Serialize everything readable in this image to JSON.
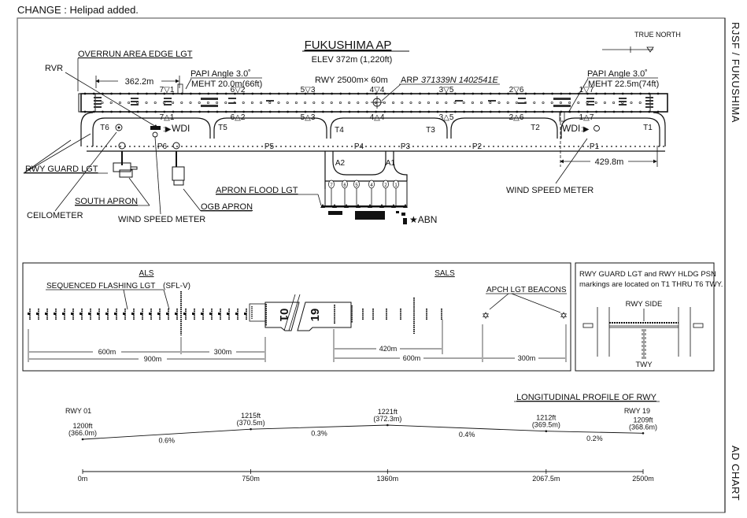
{
  "change_note": "CHANGE : Helipad added.",
  "side_labels": {
    "top": "RJSF / FUKUSHIMA",
    "bottom": "AD CHART"
  },
  "header": {
    "title": "FUKUSHIMA  AP",
    "elevation": "ELEV 372m (1,220ft)",
    "runway": "RWY 2500m× 60m",
    "arp_prefix": "ARP",
    "arp_coords": "371339N 1402541E",
    "true_north": "TRUE  NORTH"
  },
  "aerodrome": {
    "papi_left": {
      "angle": "PAPI Angle 3.0˚",
      "meht": "MEHT 20.0m(66ft)"
    },
    "papi_right": {
      "angle": "PAPI Angle 3.0˚",
      "meht": "MEHT 22.5m(74ft)"
    },
    "overrun_label": "OVERRUN AREA EDGE LGT",
    "rvr_label": "RVR",
    "dist_left": "362.2m",
    "dist_right": "429.8m",
    "wdi_left": "WDI",
    "wdi_right": "WDI",
    "markers_top": [
      "7▽1",
      "6▽2",
      "5▽3",
      "4▽4",
      "3▽5",
      "2▽6",
      "1▽7"
    ],
    "markers_bottom": [
      "7△1",
      "6△2",
      "5△3",
      "4△4",
      "3△5",
      "2△6",
      "1△7"
    ],
    "taxiways": [
      "T6",
      "T5",
      "T4",
      "T3",
      "T2",
      "T1"
    ],
    "parallel": [
      "P6",
      "P5",
      "P4",
      "P3",
      "P2",
      "P1"
    ],
    "apron_links": [
      "A2",
      "A1"
    ],
    "stands": [
      "7",
      "6",
      "5",
      "4",
      "2",
      "1"
    ],
    "labels": {
      "rwy_guard_lgt": "RWY GUARD LGT",
      "south_apron": "SOUTH APRON",
      "ceilometer": "CEILOMETER",
      "wind_speed_meter_left": "WIND SPEED METER",
      "ogb_apron": "OGB APRON",
      "apron_flood_lgt": "APRON FLOOD LGT",
      "abn": "★ABN",
      "wind_speed_meter_right": "WIND SPEED METER"
    }
  },
  "lighting": {
    "als_title": "ALS",
    "sals_title": "SALS",
    "sequenced_flashing": "SEQUENCED  FLASHING  LGT",
    "sfl_v": "(SFL-V)",
    "apch_lgt_beacons": "APCH  LGT  BEACONS",
    "rwy_left_num": "01",
    "rwy_right_num": "19",
    "dims_left": [
      "600m",
      "300m",
      "900m"
    ],
    "dims_right": [
      "420m",
      "600m",
      "300m"
    ]
  },
  "guard_note": {
    "text_line1": "RWY GUARD LGT and RWY HLDG PSN",
    "text_line2": "markings are located on T1 THRU T6 TWY.",
    "rwy_side": "RWY SIDE",
    "twy": "TWY"
  },
  "chart_data": {
    "type": "line",
    "title": "LONGITUDINAL  PROFILE  OF RWY",
    "start_label": "RWY 01",
    "end_label": "RWY 19",
    "x_unit": "m",
    "x": [
      0,
      750,
      1360,
      2067.5,
      2500
    ],
    "x_tick_labels": [
      "0m",
      "750m",
      "1360m",
      "2067.5m",
      "2500m"
    ],
    "elev_ft": [
      1200,
      1215,
      1221,
      1212,
      1209
    ],
    "elev_m": [
      366.0,
      370.5,
      372.3,
      369.5,
      368.6
    ],
    "point_labels_ft": [
      "1200ft",
      "1215ft",
      "1221ft",
      "1212ft",
      "1209ft"
    ],
    "point_labels_m": [
      "(366.0m)",
      "(370.5m)",
      "(372.3m)",
      "(369.5m)",
      "(368.6m)"
    ],
    "gradients": [
      "0.6%",
      "0.3%",
      "0.4%",
      "0.2%"
    ],
    "xlim": [
      0,
      2500
    ],
    "ylim_ft": [
      1195,
      1225
    ],
    "grid": false
  }
}
